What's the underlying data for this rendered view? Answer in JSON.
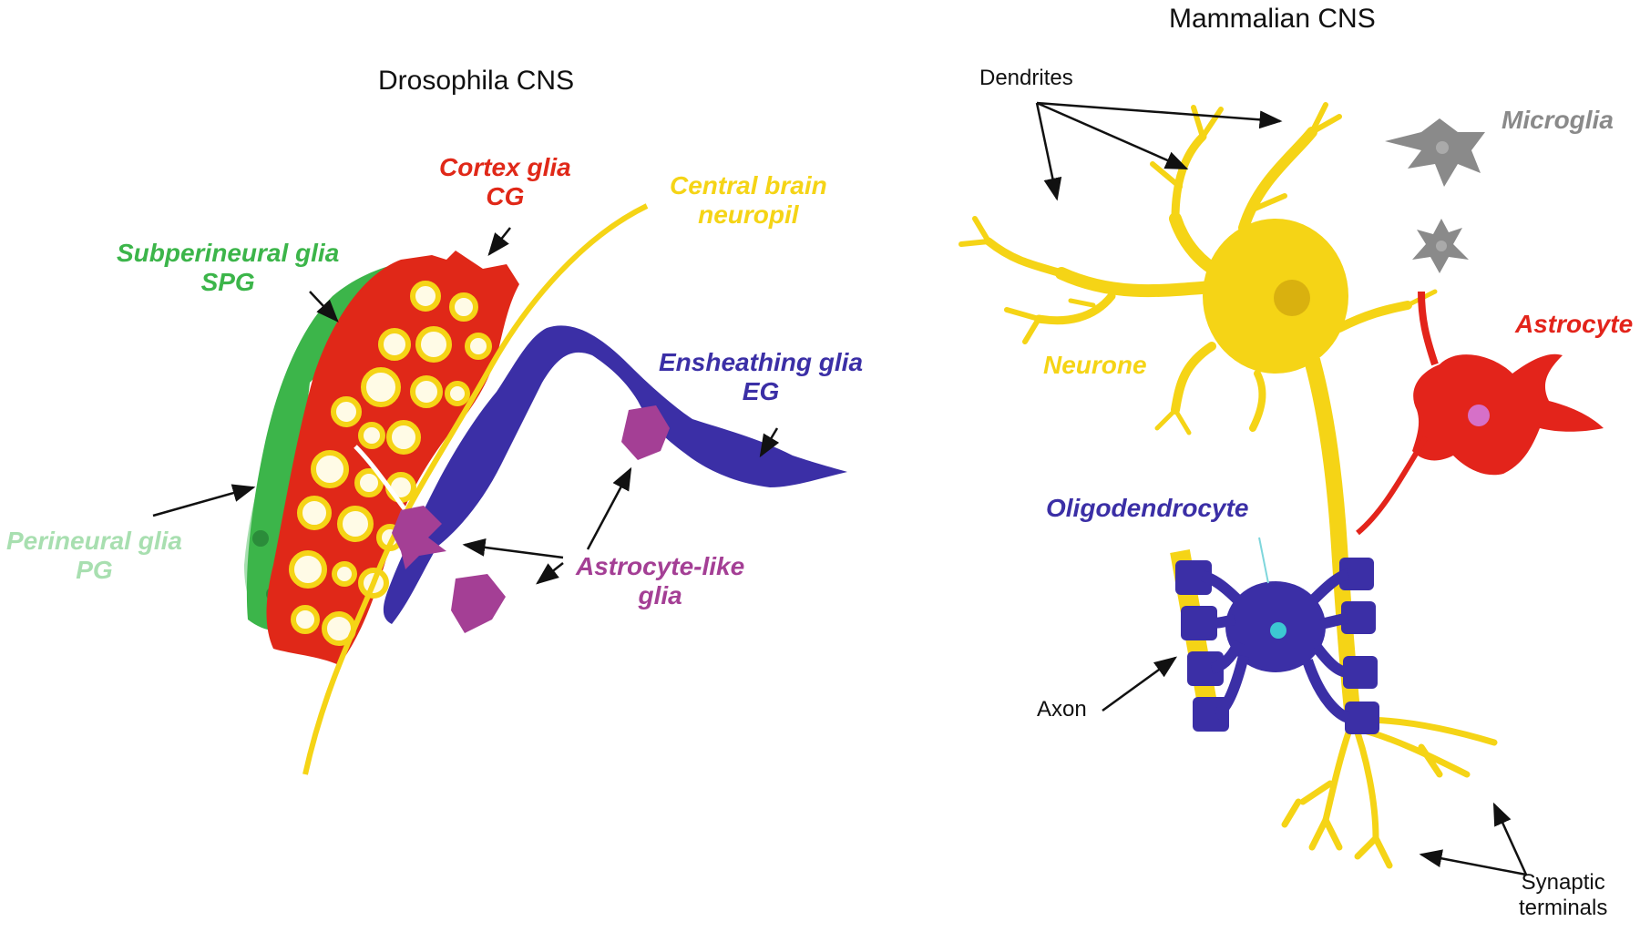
{
  "drosophila": {
    "title": "Drosophila CNS",
    "cortex_glia": {
      "name": "Cortex glia",
      "abbr": "CG"
    },
    "neuropil": {
      "line1": "Central brain",
      "line2": "neuropil"
    },
    "subperineural": {
      "name": "Subperineural glia",
      "abbr": "SPG"
    },
    "ensheathing": {
      "name": "Ensheathing glia",
      "abbr": "EG"
    },
    "perineural": {
      "name": "Perineural glia",
      "abbr": "PG"
    },
    "astrocyte_like": {
      "line1": "Astrocyte-like",
      "line2": "glia"
    }
  },
  "mammalian": {
    "title": "Mammalian CNS",
    "dendrites": "Dendrites",
    "microglia": "Microglia",
    "neurone": "Neurone",
    "astrocyte": "Astrocyte",
    "oligodendrocyte": "Oligodendrocyte",
    "axon": "Axon",
    "synaptic": {
      "line1": "Synaptic",
      "line2": "terminals"
    }
  },
  "colors": {
    "cortex_red": "#e02818",
    "neuron_yellow": "#f5d416",
    "spg_green": "#3cb54a",
    "pg_light_green": "#a8dfb0",
    "ensheathing_blue": "#3b2fa6",
    "astro_like_magenta": "#a43f95",
    "microglia_gray": "#8a8a8a",
    "astrocyte_red": "#e3241b",
    "oligo_blue": "#3b2fa6"
  }
}
